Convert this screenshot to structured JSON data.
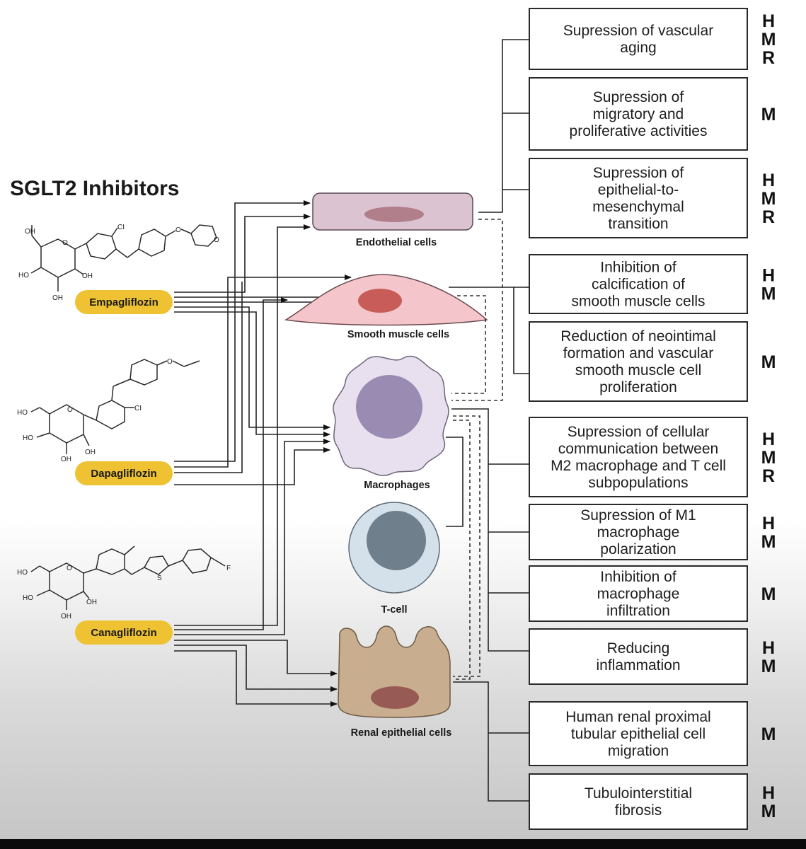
{
  "title": "SGLT2 Inhibitors",
  "drugs": [
    {
      "name": "Empagliflozin"
    },
    {
      "name": "Dapagliflozin"
    },
    {
      "name": "Canagliflozin"
    }
  ],
  "chem_labels": {
    "empa": [
      "OH",
      "CI",
      "O",
      "O",
      "HO",
      "OH",
      "OH",
      "O"
    ],
    "dapa": [
      "O",
      "HO",
      "O",
      "CI",
      "HO",
      "OH",
      "OH"
    ],
    "cana": [
      "S",
      "F",
      "HO",
      "O",
      "HO",
      "OH",
      "OH"
    ]
  },
  "cells": [
    {
      "label": "Endothelial cells"
    },
    {
      "label": "Smooth muscle cells"
    },
    {
      "label": "Macrophages"
    },
    {
      "label": "T-cell"
    },
    {
      "label": "Renal epithelial cells"
    }
  ],
  "effects": [
    {
      "lines": [
        "Supression of vascular",
        "aging"
      ],
      "species": [
        "H",
        "M",
        "R"
      ]
    },
    {
      "lines": [
        "Supression of",
        "migratory and",
        "proliferative activities"
      ],
      "species": [
        "M"
      ]
    },
    {
      "lines": [
        "Supression of",
        "epithelial-to-",
        "mesenchymal",
        "transition"
      ],
      "species": [
        "H",
        "M",
        "R"
      ]
    },
    {
      "lines": [
        "Inhibition of",
        "calcification of",
        "smooth muscle cells"
      ],
      "species": [
        "H",
        "M"
      ]
    },
    {
      "lines": [
        "Reduction of neointimal",
        "formation and vascular",
        "smooth muscle cell",
        "proliferation"
      ],
      "species": [
        "M"
      ]
    },
    {
      "lines": [
        "Supression of cellular",
        "communication between",
        "M2 macrophage and T cell",
        "subpopulations"
      ],
      "species": [
        "H",
        "M",
        "R"
      ]
    },
    {
      "lines": [
        "Supression of M1",
        "macrophage",
        "polarization"
      ],
      "species": [
        "H",
        "M"
      ]
    },
    {
      "lines": [
        "Inhibition of",
        "macrophage",
        "infiltration"
      ],
      "species": [
        "M"
      ]
    },
    {
      "lines": [
        "Reducing",
        "inflammation"
      ],
      "species": [
        "H",
        "M"
      ]
    },
    {
      "lines": [
        "Human renal proximal",
        "tubular epithelial cell",
        "migration"
      ],
      "species": [
        "M"
      ]
    },
    {
      "lines": [
        "Tubulointerstitial",
        "fibrosis"
      ],
      "species": [
        "H",
        "M"
      ]
    }
  ],
  "colors": {
    "drug_pill": "#eec232",
    "endothelial": "#dcc3d2",
    "endothelial_nucleus": "#b07f8b",
    "smooth_muscle": "#f4c6cc",
    "smooth_muscle_nucleus": "#c85c58",
    "macrophage": "#e8e0ef",
    "macrophage_nucleus": "#9a8bb2",
    "tcell": "#d5e1ea",
    "tcell_nucleus": "#6f7f8b",
    "renal": "#c8ae8f",
    "renal_nucleus": "#975a55"
  }
}
